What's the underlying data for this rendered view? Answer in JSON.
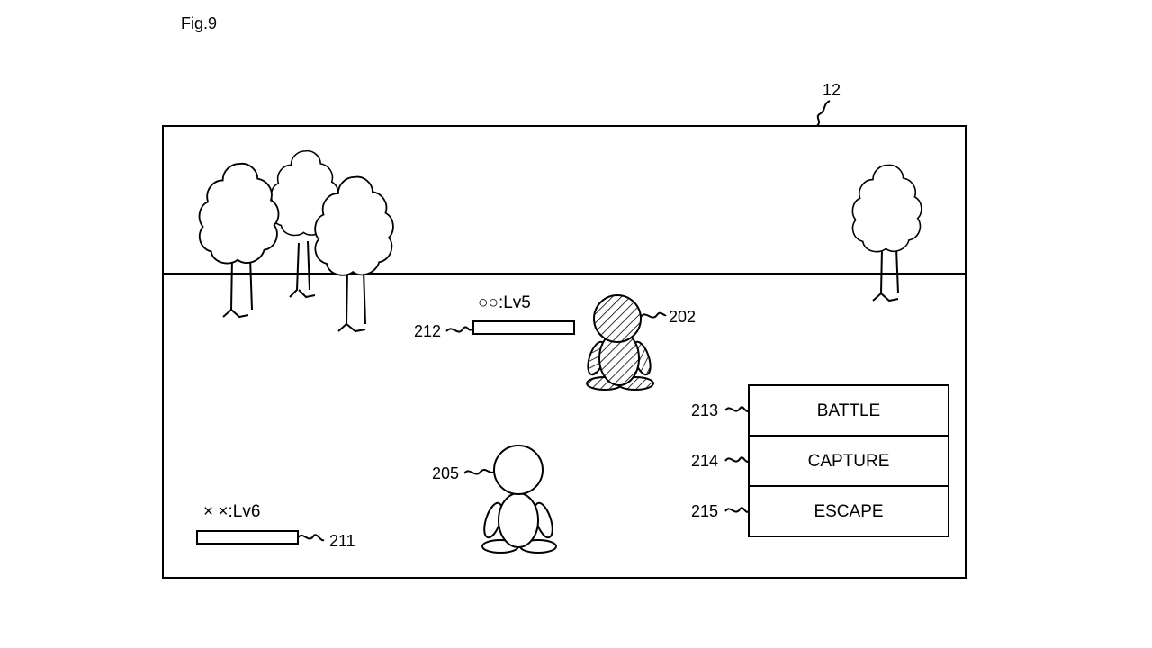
{
  "figure_label": "Fig.9",
  "screen_ref": "12",
  "enemy": {
    "name_level": "○○:Lv5",
    "bar_ref": "212",
    "character_ref": "202"
  },
  "player": {
    "name_level": "× ×:Lv6",
    "bar_ref": "211",
    "character_ref": "205"
  },
  "menu": [
    {
      "ref": "213",
      "label": "BATTLE"
    },
    {
      "ref": "214",
      "label": "CAPTURE"
    },
    {
      "ref": "215",
      "label": "ESCAPE"
    }
  ]
}
